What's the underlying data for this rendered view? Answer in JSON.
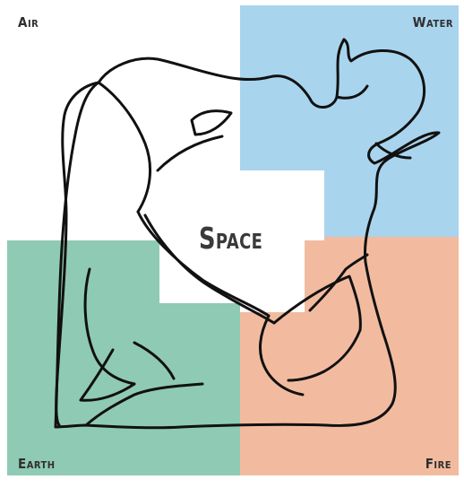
{
  "labels": {
    "air": "Air",
    "water": "Water",
    "earth": "Earth",
    "fire": "Fire",
    "space": "Space"
  },
  "colors": {
    "water": "#a9d4ee",
    "earth": "#8fcab4",
    "fire": "#f2bba0",
    "air": "#ffffff",
    "space": "#ffffff",
    "outline": "#111111"
  }
}
